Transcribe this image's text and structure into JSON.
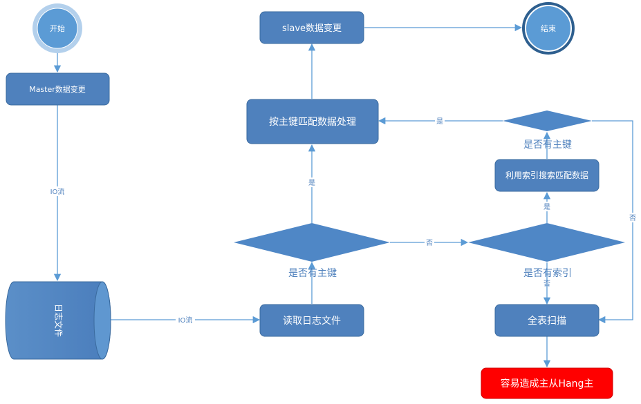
{
  "nodes": {
    "start": "开始",
    "master_change": "Master数据变更",
    "log_file": "日志文件",
    "read_log": "读取日志文件",
    "has_pk_1": "是否有主键",
    "match_pk": "按主键匹配数据处理",
    "slave_change": "slave数据变更",
    "end": "结束",
    "has_index": "是否有索引",
    "index_search": "利用索引搜索匹配数据",
    "has_pk_2": "是否有主键",
    "full_scan": "全表扫描",
    "hang_warning": "容易造成主从Hang主"
  },
  "edge_labels": {
    "io_stream_1": "IO流",
    "io_stream_2": "IO流",
    "yes_1": "是",
    "no_1": "否",
    "yes_2": "是",
    "yes_3": "是",
    "no_2": "否",
    "no_3": "否"
  },
  "colors": {
    "box_fill": "#4f81bd",
    "box_stroke": "#3a6a9e",
    "diamond_fill": "#4f87c6",
    "arrow": "#5b9bd5",
    "circle_fill": "#5b9bd5",
    "circle_ring": "#9cc3e6",
    "end_ring": "#2e5f8f",
    "warning_fill": "#ff0000",
    "text_light": "#ffffff",
    "label_text": "#4f81bd"
  }
}
